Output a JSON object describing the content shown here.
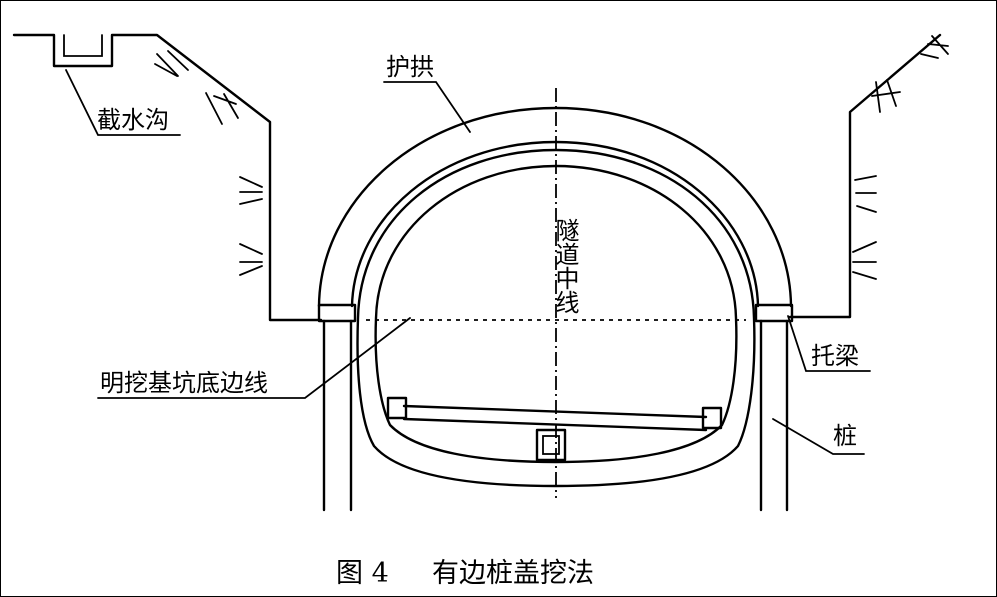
{
  "labels": {
    "drain": "截水沟",
    "arch": "护拱",
    "centerline": "隧道中线",
    "beam": "托梁",
    "excavation_line": "明挖基坑底边线",
    "pile": "桩"
  },
  "caption": {
    "figure": "图 4",
    "title": "有边桩盖挖法"
  },
  "icons": [
    "slope-hatch-icon"
  ]
}
